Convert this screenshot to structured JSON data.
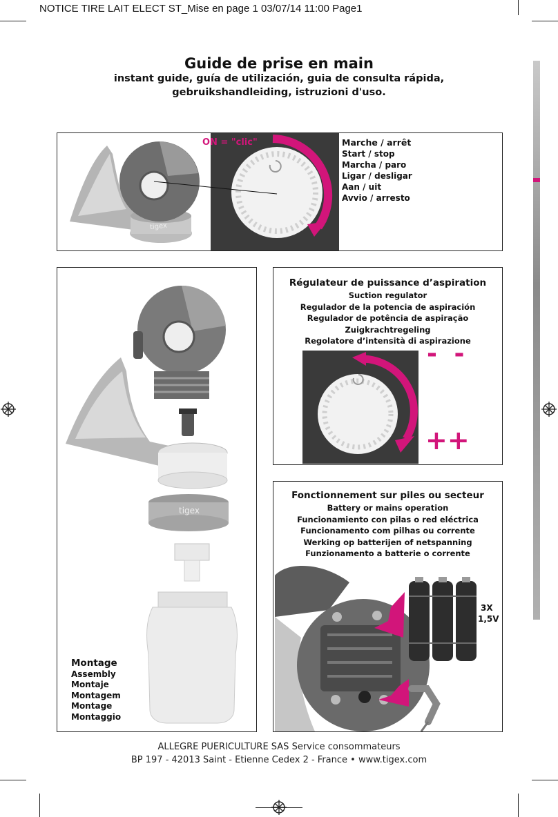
{
  "print_header": "NOTICE TIRE LAIT ELECT ST_Mise en page 1  03/07/14  11:00  Page1",
  "title": "Guide de prise en main",
  "subtitle_lines": [
    "instant guide, guía de utilización, guia de consulta rápida,",
    "gebruikshandleiding, istruzioni d'uso."
  ],
  "switch_panel": {
    "callout": "ON = \"clic\"",
    "labels": [
      "Marche / arrêt",
      "Start / stop",
      "Marcha / paro",
      "Ligar / desligar",
      "Aan / uit",
      "Avvio / arresto"
    ]
  },
  "assembly_panel": {
    "labels": [
      "Montage",
      "Assembly",
      "Montaje",
      "Montagem",
      "Montage",
      "Montaggio"
    ],
    "brand_mark": "tigex"
  },
  "suction_panel": {
    "labels": [
      "Régulateur de puissance d’aspiration",
      "Suction regulator",
      "Regulador de la potencia de aspiración",
      "Regulador de potência de aspiração",
      "Zuigkrachtregeling",
      "Regolatore d’intensità di aspirazione"
    ],
    "minus": "- -",
    "plus": "++"
  },
  "battery_panel": {
    "labels": [
      "Fonctionnement sur piles ou secteur",
      "Battery or mains operation",
      "Funcionamiento con pilas o red eléctrica",
      "Funcionamento com pilhas ou corrente",
      "Werking op batterijen of netspanning",
      "Funzionamento a batterie o corrente"
    ],
    "count": "3X",
    "voltage": "1,5V"
  },
  "footer_lines": [
    "ALLEGRE PUERICULTURE SAS Service consommateurs",
    "BP 197 -  42013 Saint - Etienne Cedex 2 - France • www.tigex.com"
  ],
  "colors": {
    "accent": "#d2157a",
    "dial_dark": "#3a3a3a",
    "pump_grey": "#8c8c8c"
  }
}
